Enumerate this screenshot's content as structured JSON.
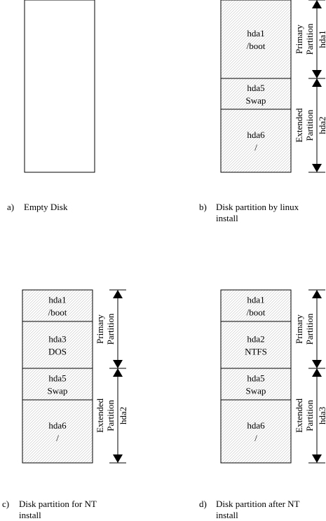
{
  "panels": [
    {
      "id": "a",
      "caption_letter": "a)",
      "caption": "Empty Disk",
      "partitions": [],
      "groups": []
    },
    {
      "id": "b",
      "caption_letter": "b)",
      "caption": "Disk partition by linux\ninstall",
      "partitions": [
        {
          "name": "hda1",
          "label": "/boot"
        },
        {
          "name": "hda5",
          "label": "Swap"
        },
        {
          "name": "hda6",
          "label": "/"
        }
      ],
      "groups": [
        {
          "type": "Primary",
          "label": "Partition",
          "device": "hda1"
        },
        {
          "type": "Extended",
          "label": "Partition",
          "device": "hda2"
        }
      ]
    },
    {
      "id": "c",
      "caption_letter": "c)",
      "caption": "Disk partition for NT\ninstall",
      "partitions": [
        {
          "name": "hda1",
          "label": "/boot"
        },
        {
          "name": "hda3",
          "label": "DOS"
        },
        {
          "name": "hda5",
          "label": "Swap"
        },
        {
          "name": "hda6",
          "label": "/"
        }
      ],
      "groups": [
        {
          "type": "Primary",
          "label": "Partition",
          "device": ""
        },
        {
          "type": "Extended",
          "label": "Partition",
          "device": "hda2"
        }
      ]
    },
    {
      "id": "d",
      "caption_letter": "d)",
      "caption": "Disk partition after NT\ninstall",
      "partitions": [
        {
          "name": "hda1",
          "label": "/boot"
        },
        {
          "name": "hda2",
          "label": "NTFS"
        },
        {
          "name": "hda5",
          "label": "Swap"
        },
        {
          "name": "hda6",
          "label": "/"
        }
      ],
      "groups": [
        {
          "type": "Primary",
          "label": "Partition",
          "device": ""
        },
        {
          "type": "Extended",
          "label": "Partition",
          "device": "hda3"
        }
      ]
    }
  ]
}
